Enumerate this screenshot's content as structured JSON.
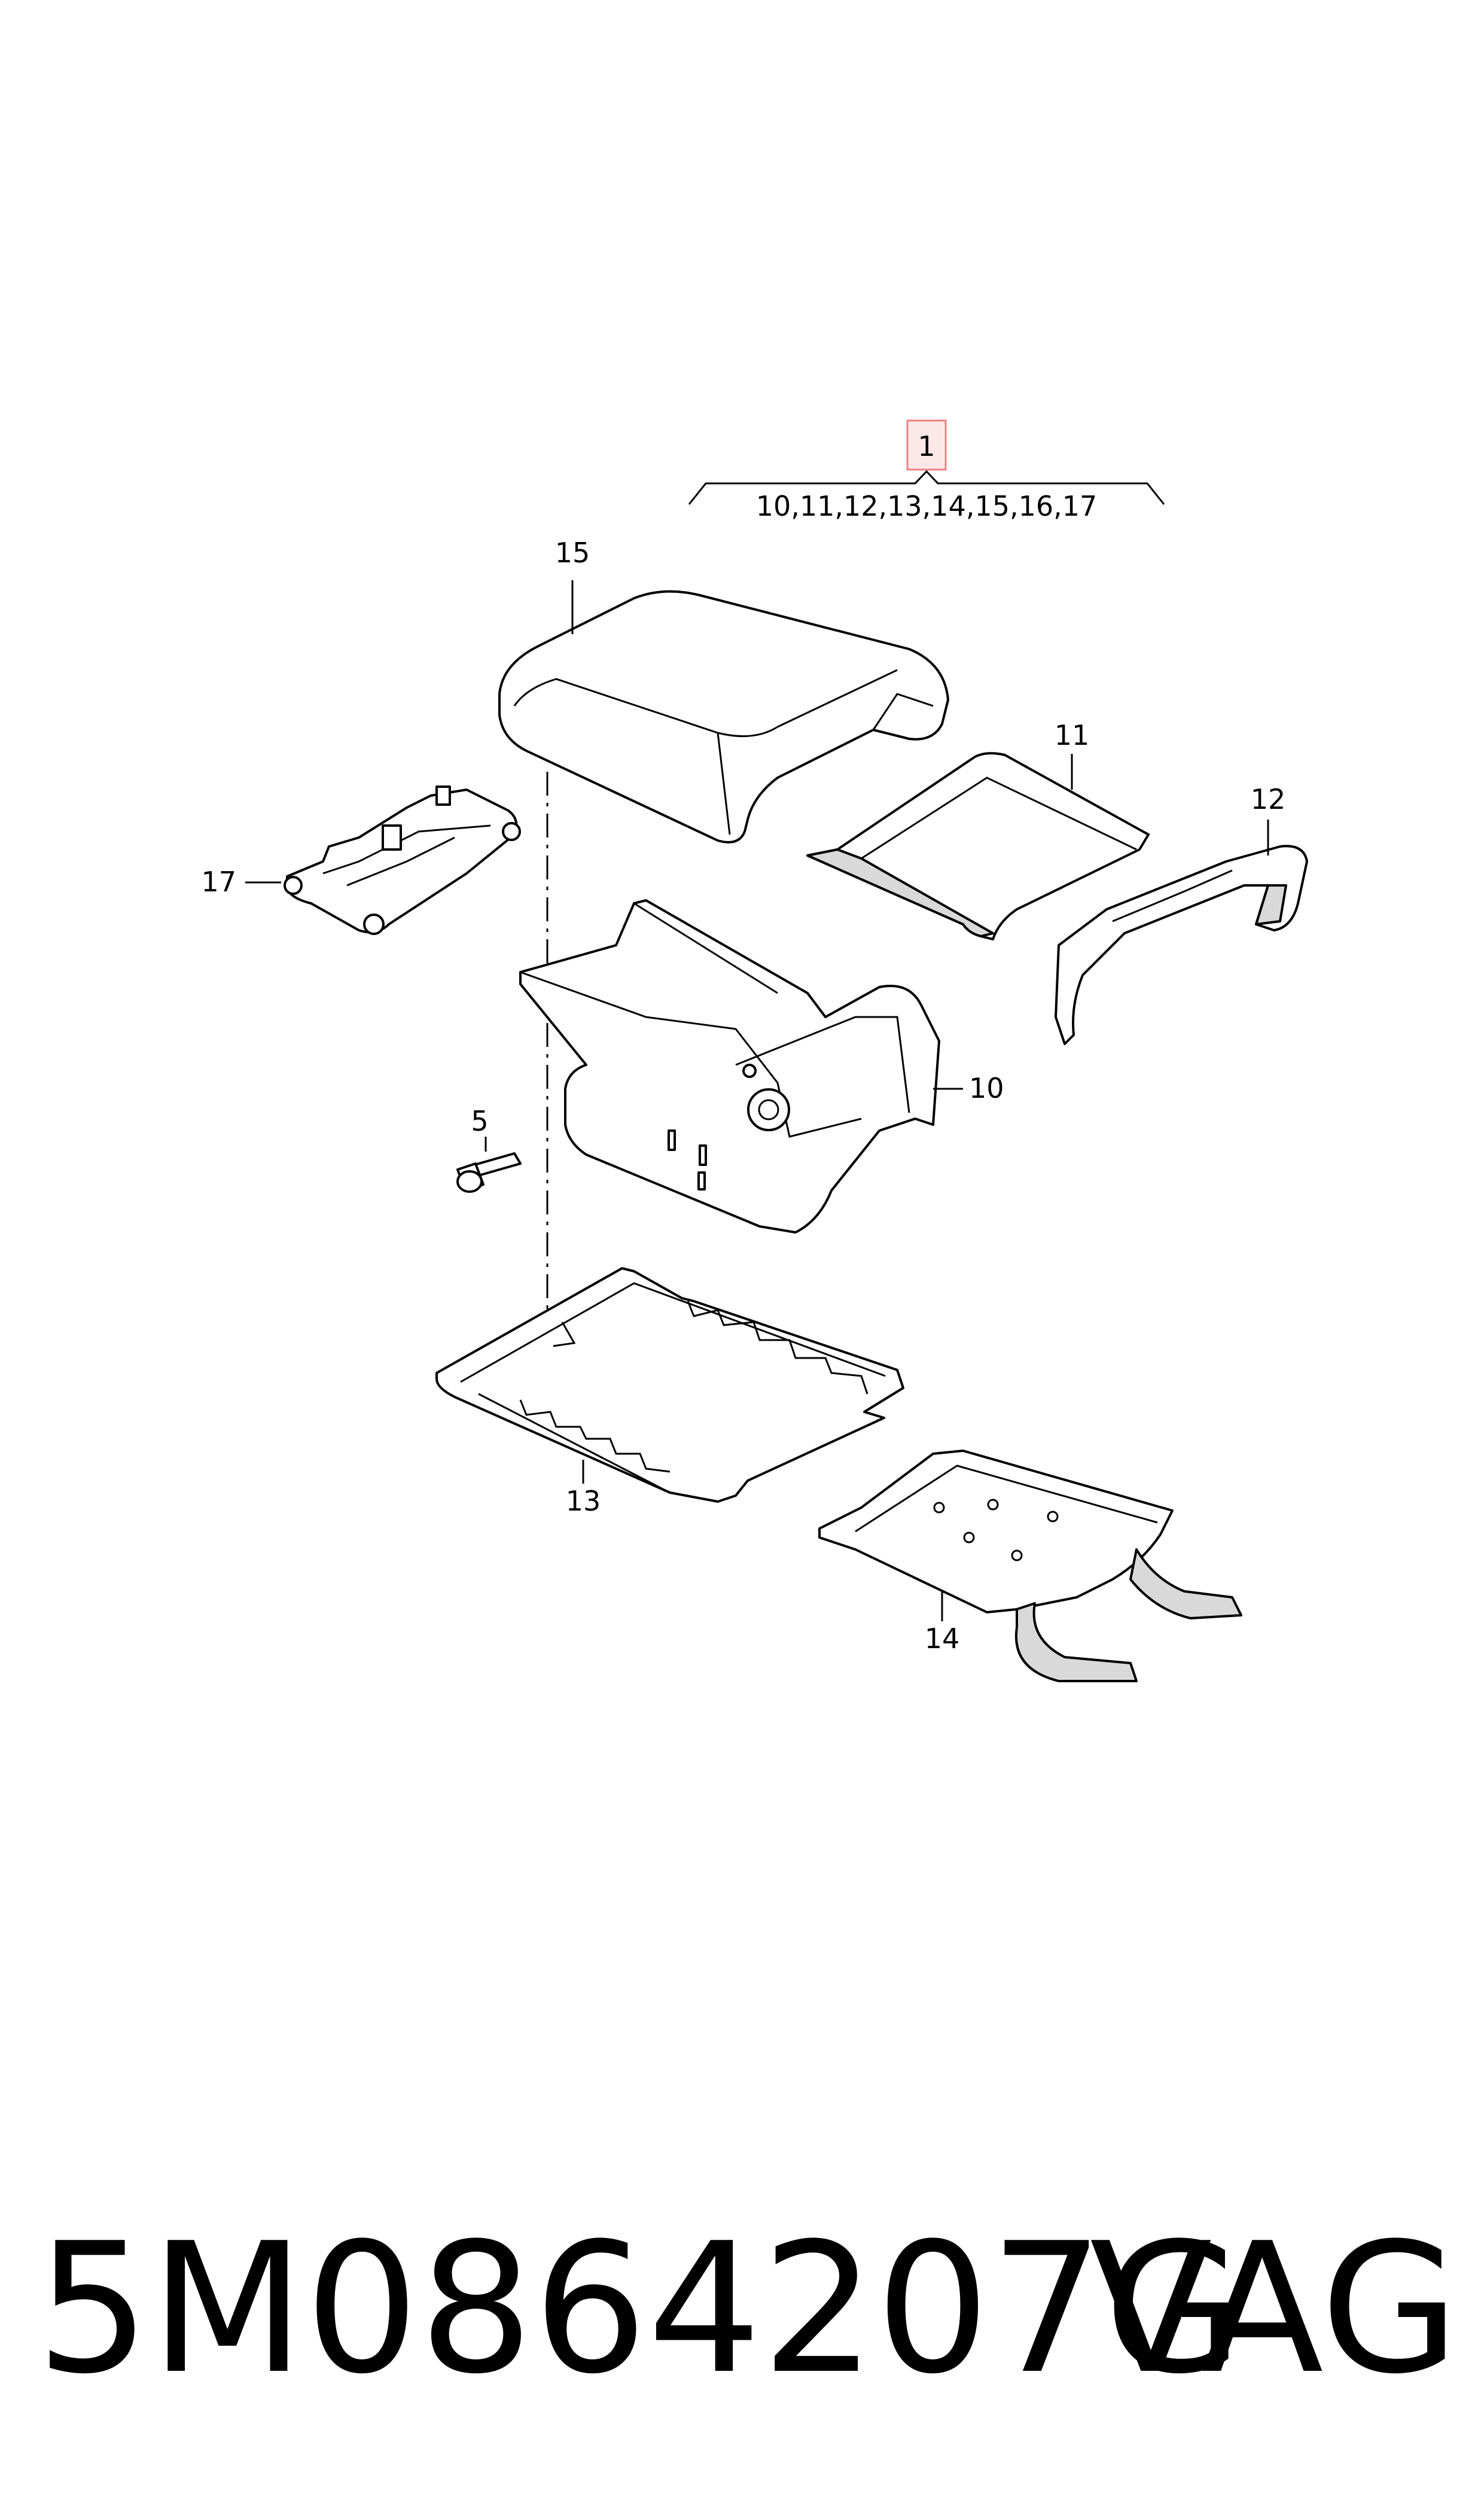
{
  "assembly": {
    "number": "1",
    "contents": "10,11,12,13,14,15,16,17"
  },
  "callouts": {
    "c15": "15",
    "c11": "11",
    "c12": "12",
    "c17": "17",
    "c10": "10",
    "c5": "5",
    "c13": "13",
    "c14": "14"
  },
  "footer": {
    "part_number": "5M0864207G",
    "brand": "VAG"
  },
  "colors": {
    "assembly_box": "#f08080",
    "assembly_fill": "#fde8e8",
    "part_shading": "#d9d9d9"
  }
}
